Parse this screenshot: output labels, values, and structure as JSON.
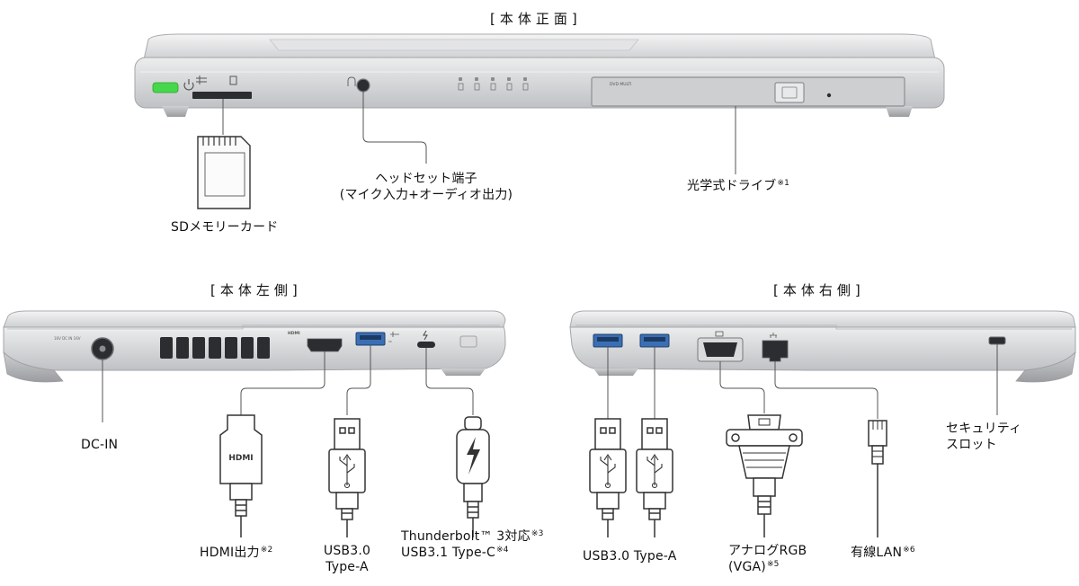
{
  "views": {
    "front": "[本体正面]",
    "left": "[本体左側]",
    "right": "[本体右側]"
  },
  "device_print": {
    "drive_label": "DVD MULTI",
    "hdmi_port_label": "HDMI",
    "dc_label": "16V DC IN 16V",
    "hdmi_plug_text": "HDMI"
  },
  "labels": {
    "sd_card": "SDメモリーカード",
    "headset_line1": "ヘッドセット端子",
    "headset_line2": "(マイク入力+オーディオ出力)",
    "optical_drive": "光学式ドライブ",
    "optical_drive_note": "※1",
    "dc_in": "DC-IN",
    "hdmi": "HDMI出力",
    "hdmi_note": "※2",
    "usb_left_line1": "USB3.0",
    "usb_left_line2": "Type-A",
    "tb_line1": "Thunderbolt™ 3対応",
    "tb_line1_note": "※3",
    "tb_line2": "USB3.1 Type-C",
    "tb_line2_note": "※4",
    "usb_right": "USB3.0 Type-A",
    "vga_line1": "アナログRGB",
    "vga_line2": "(VGA)",
    "vga_note": "※5",
    "lan": "有線LAN",
    "lan_note": "※6",
    "security_line1": "セキュリティ",
    "security_line2": "スロット"
  },
  "colors": {
    "body": "#d9dadc",
    "body_dark": "#b9bbbe",
    "port": "#2b2d31",
    "usb_blue": "#3a6fb5",
    "power_led": "#45d84a",
    "leader": "#555555"
  }
}
